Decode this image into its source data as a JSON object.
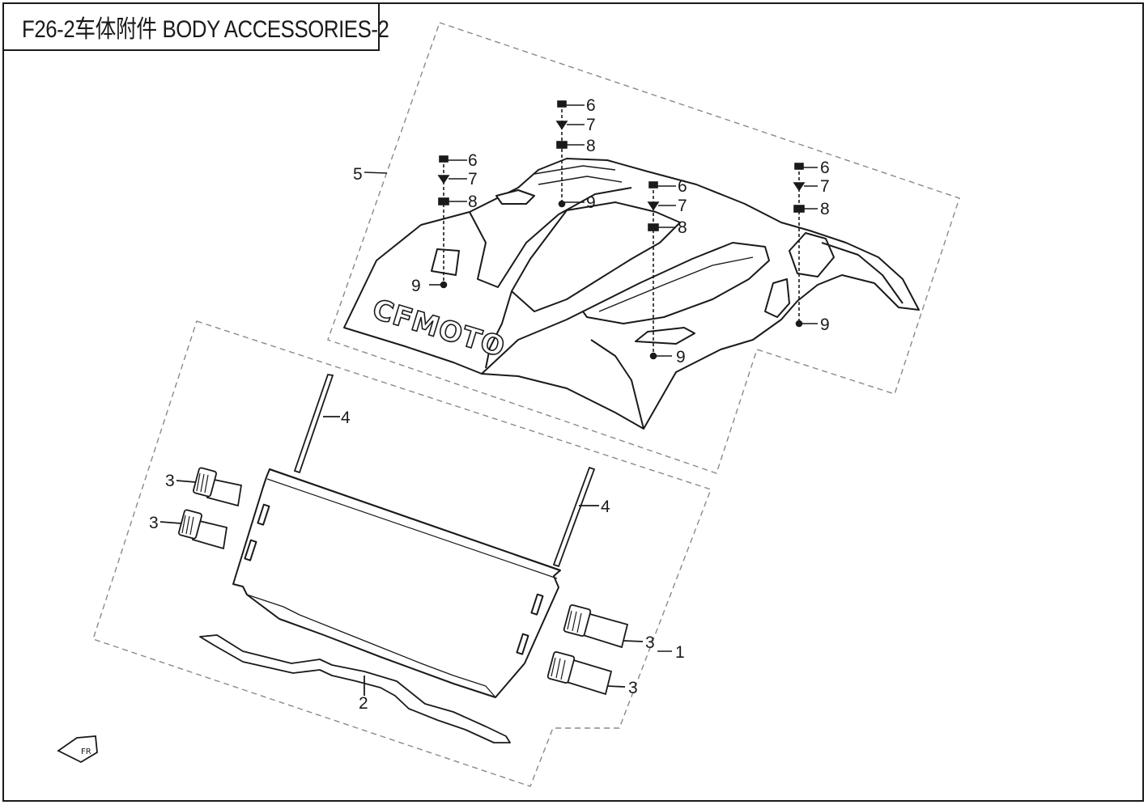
{
  "header": {
    "title": "F26-2车体附件 BODY ACCESSORIES-2"
  },
  "diagram": {
    "logo_text": "CFMOTO",
    "front_marker_text": "FR",
    "callouts": [
      {
        "key": "c1",
        "label": "1"
      },
      {
        "key": "c2",
        "label": "2"
      },
      {
        "key": "c3a",
        "label": "3"
      },
      {
        "key": "c3b",
        "label": "3"
      },
      {
        "key": "c3c",
        "label": "3"
      },
      {
        "key": "c3d",
        "label": "3"
      },
      {
        "key": "c4a",
        "label": "4"
      },
      {
        "key": "c4b",
        "label": "4"
      },
      {
        "key": "c5",
        "label": "5"
      },
      {
        "key": "c6a",
        "label": "6"
      },
      {
        "key": "c6b",
        "label": "6"
      },
      {
        "key": "c6c",
        "label": "6"
      },
      {
        "key": "c6d",
        "label": "6"
      },
      {
        "key": "c7a",
        "label": "7"
      },
      {
        "key": "c7b",
        "label": "7"
      },
      {
        "key": "c7c",
        "label": "7"
      },
      {
        "key": "c7d",
        "label": "7"
      },
      {
        "key": "c8a",
        "label": "8"
      },
      {
        "key": "c8b",
        "label": "8"
      },
      {
        "key": "c8c",
        "label": "8"
      },
      {
        "key": "c8d",
        "label": "8"
      },
      {
        "key": "c9a",
        "label": "9"
      },
      {
        "key": "c9b",
        "label": "9"
      },
      {
        "key": "c9c",
        "label": "9"
      },
      {
        "key": "c9d",
        "label": "9"
      }
    ],
    "colors": {
      "line": "#1a1a1a",
      "dashed": "#8a8a8a",
      "part_fill": "#ffffff"
    }
  }
}
